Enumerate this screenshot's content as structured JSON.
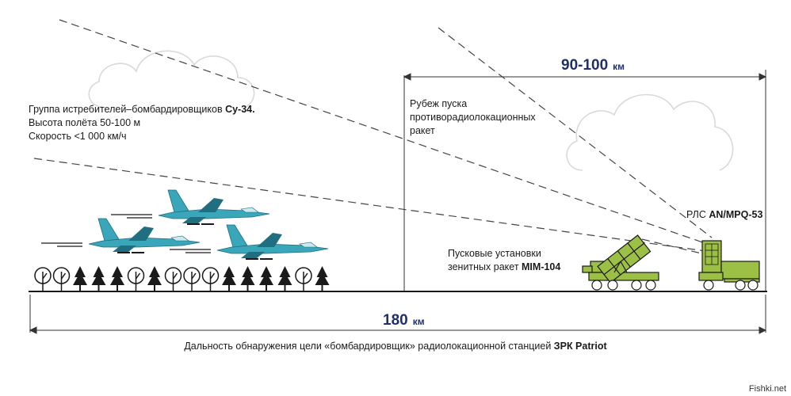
{
  "aircraft_group": {
    "line1_prefix": "Группа истребителей–бомбардировщиков ",
    "line1_bold": "Су-34.",
    "line2": "Высота полёта 50-100 м",
    "line3": "Скорость <1 000 км/ч"
  },
  "launch_line": {
    "line1": "Рубеж пуска",
    "line2": "противорадиолокационных",
    "line3": "ракет"
  },
  "radar": {
    "prefix": "РЛС ",
    "bold": "AN/MPQ-53"
  },
  "launchers": {
    "line1": "Пусковые установки",
    "line2_prefix": "зенитных ракет ",
    "line2_bold": "MIM-104"
  },
  "dist_top": {
    "value": "90-100",
    "unit": "км"
  },
  "dist_bottom": {
    "value": "180",
    "unit": "км"
  },
  "caption": {
    "prefix": "Дальность обнаружения цели «бомбардировщик» радиолокационной станцией ",
    "bold": "ЗРК Patriot"
  },
  "watermark": "Fishki.net",
  "colors": {
    "jet": "#3aa6b9",
    "jet_dark": "#1f6f80",
    "vehicle": "#9cbf45",
    "line": "#1a1a1a",
    "cloud": "#d9d9d9",
    "navy": "#1e2f6b"
  }
}
